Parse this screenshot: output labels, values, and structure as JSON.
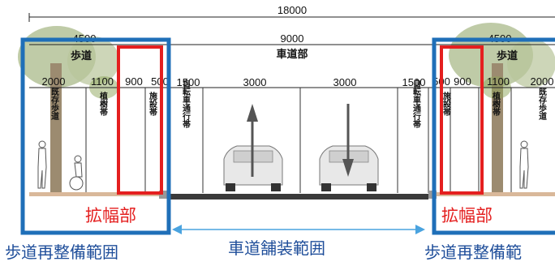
{
  "diagram": {
    "total_width": "18000",
    "left_sidewalk_width": "4500",
    "right_sidewalk_width": "4500",
    "carriageway_width": "9000",
    "sidewalk_label_left": "歩道",
    "sidewalk_label_right": "歩道",
    "carriageway_label": "車道部",
    "sub_widths_left": [
      "2000",
      "1100",
      "900",
      "500"
    ],
    "sub_widths_center": [
      "1500",
      "3000",
      "3000",
      "1500"
    ],
    "sub_widths_right": [
      "500",
      "900",
      "1100",
      "2000"
    ],
    "zones": {
      "existing_sidewalk": "既存歩道",
      "planting_strip": "植樹帯",
      "facility_strip": "施設帯",
      "bicycle_lane": "自転車通行帯"
    },
    "colors": {
      "highlight_red": "#e41f1f",
      "highlight_blue": "#1f6fb8",
      "range_arrow": "#4aa3df",
      "tree": "#8ea65a",
      "pavement": "#3a3a3a"
    }
  },
  "labels": {
    "widening_left": "拡幅部",
    "widening_right": "拡幅部",
    "sidewalk_rework_left": "歩道再整備範囲",
    "roadway_paving": "車道舗装範囲",
    "sidewalk_rework_right": "歩道再整備範"
  }
}
